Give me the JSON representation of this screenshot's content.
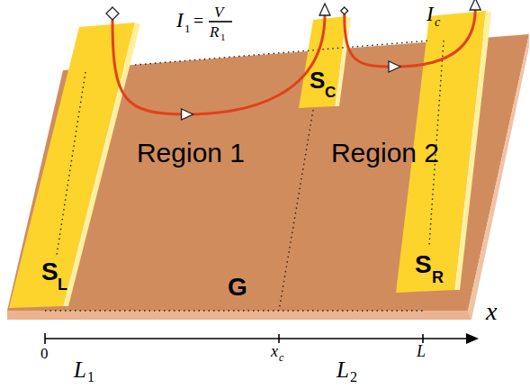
{
  "diagram": {
    "nodes": [
      {
        "text": [
          "G"
        ]
      },
      {
        "text": [
          "Region 1"
        ],
        "in": 0
      },
      {
        "text": [
          "Region 2"
        ],
        "in": 0
      },
      {
        "text": [
          "S",
          "L"
        ],
        "in": 0
      },
      {
        "text": [
          "S",
          "C"
        ],
        "in": 0
      },
      {
        "text": [
          "S",
          "R"
        ],
        "in": 0
      }
    ],
    "edges": [
      {
        "from": 3,
        "to": 4,
        "arrow": "to"
      },
      {
        "from": 4,
        "to": 5,
        "arrow": "to"
      }
    ],
    "labels": [
      "I",
      "1",
      "=",
      "V",
      "R",
      "1",
      "I",
      "c",
      "x",
      "0",
      "x",
      "c",
      "L",
      "L",
      "1",
      "L",
      "2"
    ]
  }
}
